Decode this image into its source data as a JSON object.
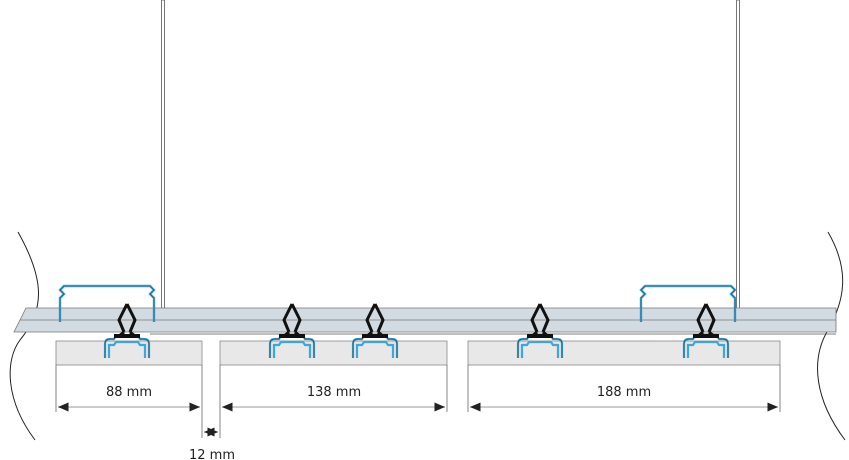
{
  "dimensions": {
    "panel_1": "88 mm",
    "panel_2": "138 mm",
    "panel_3": "188 mm",
    "gap": "12 mm"
  },
  "colors": {
    "rail_fill": "#d2dbe1",
    "panel_fill": "#e8e8e8",
    "clip_blue": "#3ba7dc",
    "line": "#444444"
  }
}
